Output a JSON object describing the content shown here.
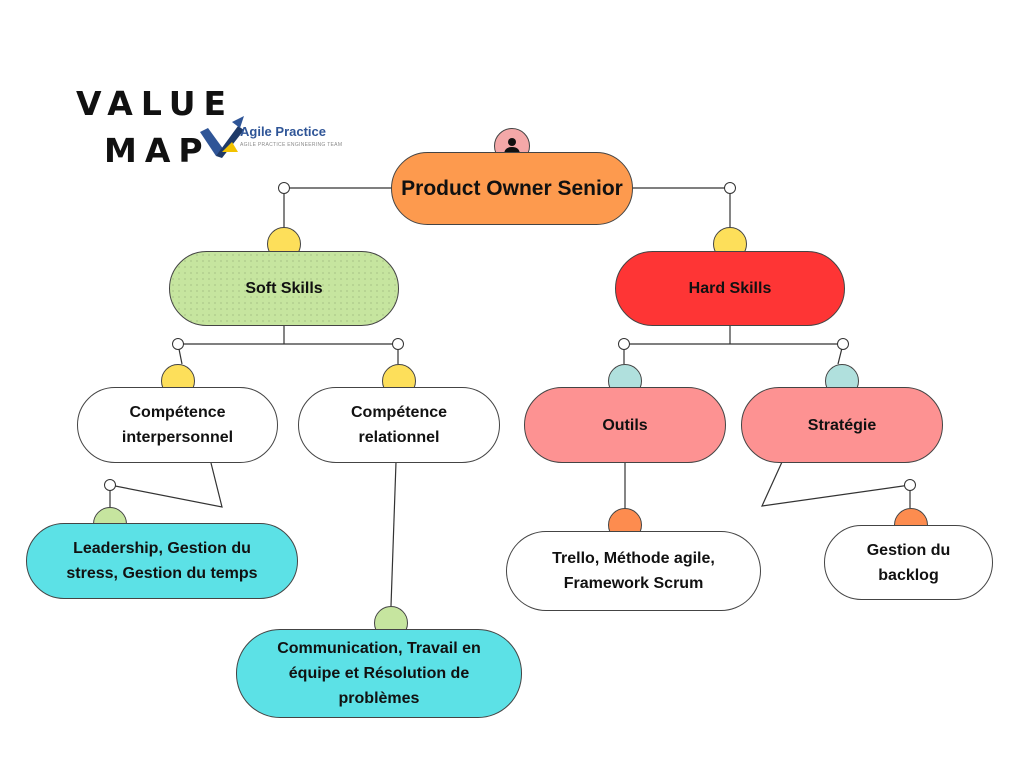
{
  "title": {
    "line1": "VALUE",
    "line2": "MAP"
  },
  "logo": {
    "name": "Agile Practice",
    "tagline": "AGILE PRACTICE ENGINEERING TEAM"
  },
  "root": {
    "label": "Product Owner Senior",
    "icon": "user-icon"
  },
  "branches": {
    "soft": {
      "label": "Soft Skills"
    },
    "hard": {
      "label": "Hard Skills"
    }
  },
  "nodes": {
    "competence_interpersonnel": "Compétence interpersonnel",
    "competence_relationnel": "Compétence relationnel",
    "outils": "Outils",
    "strategie": "Stratégie",
    "leadership": "Leadership, Gestion du stress, Gestion du temps",
    "communication": "Communication, Travail en équipe et Résolution de problèmes",
    "trello": "Trello, Méthode agile, Framework Scrum",
    "backlog": "Gestion du backlog"
  },
  "colors": {
    "root": "#fd9a4e",
    "soft": "#c6e59f",
    "hard": "#fe3535",
    "pink": "#fd9292",
    "cyan": "#5ce1e6",
    "yellow_dot": "#fddf5a",
    "teal_dot": "#b0e0dd",
    "green_dot": "#c6e59f",
    "orange_dot": "#fd8c4f"
  }
}
